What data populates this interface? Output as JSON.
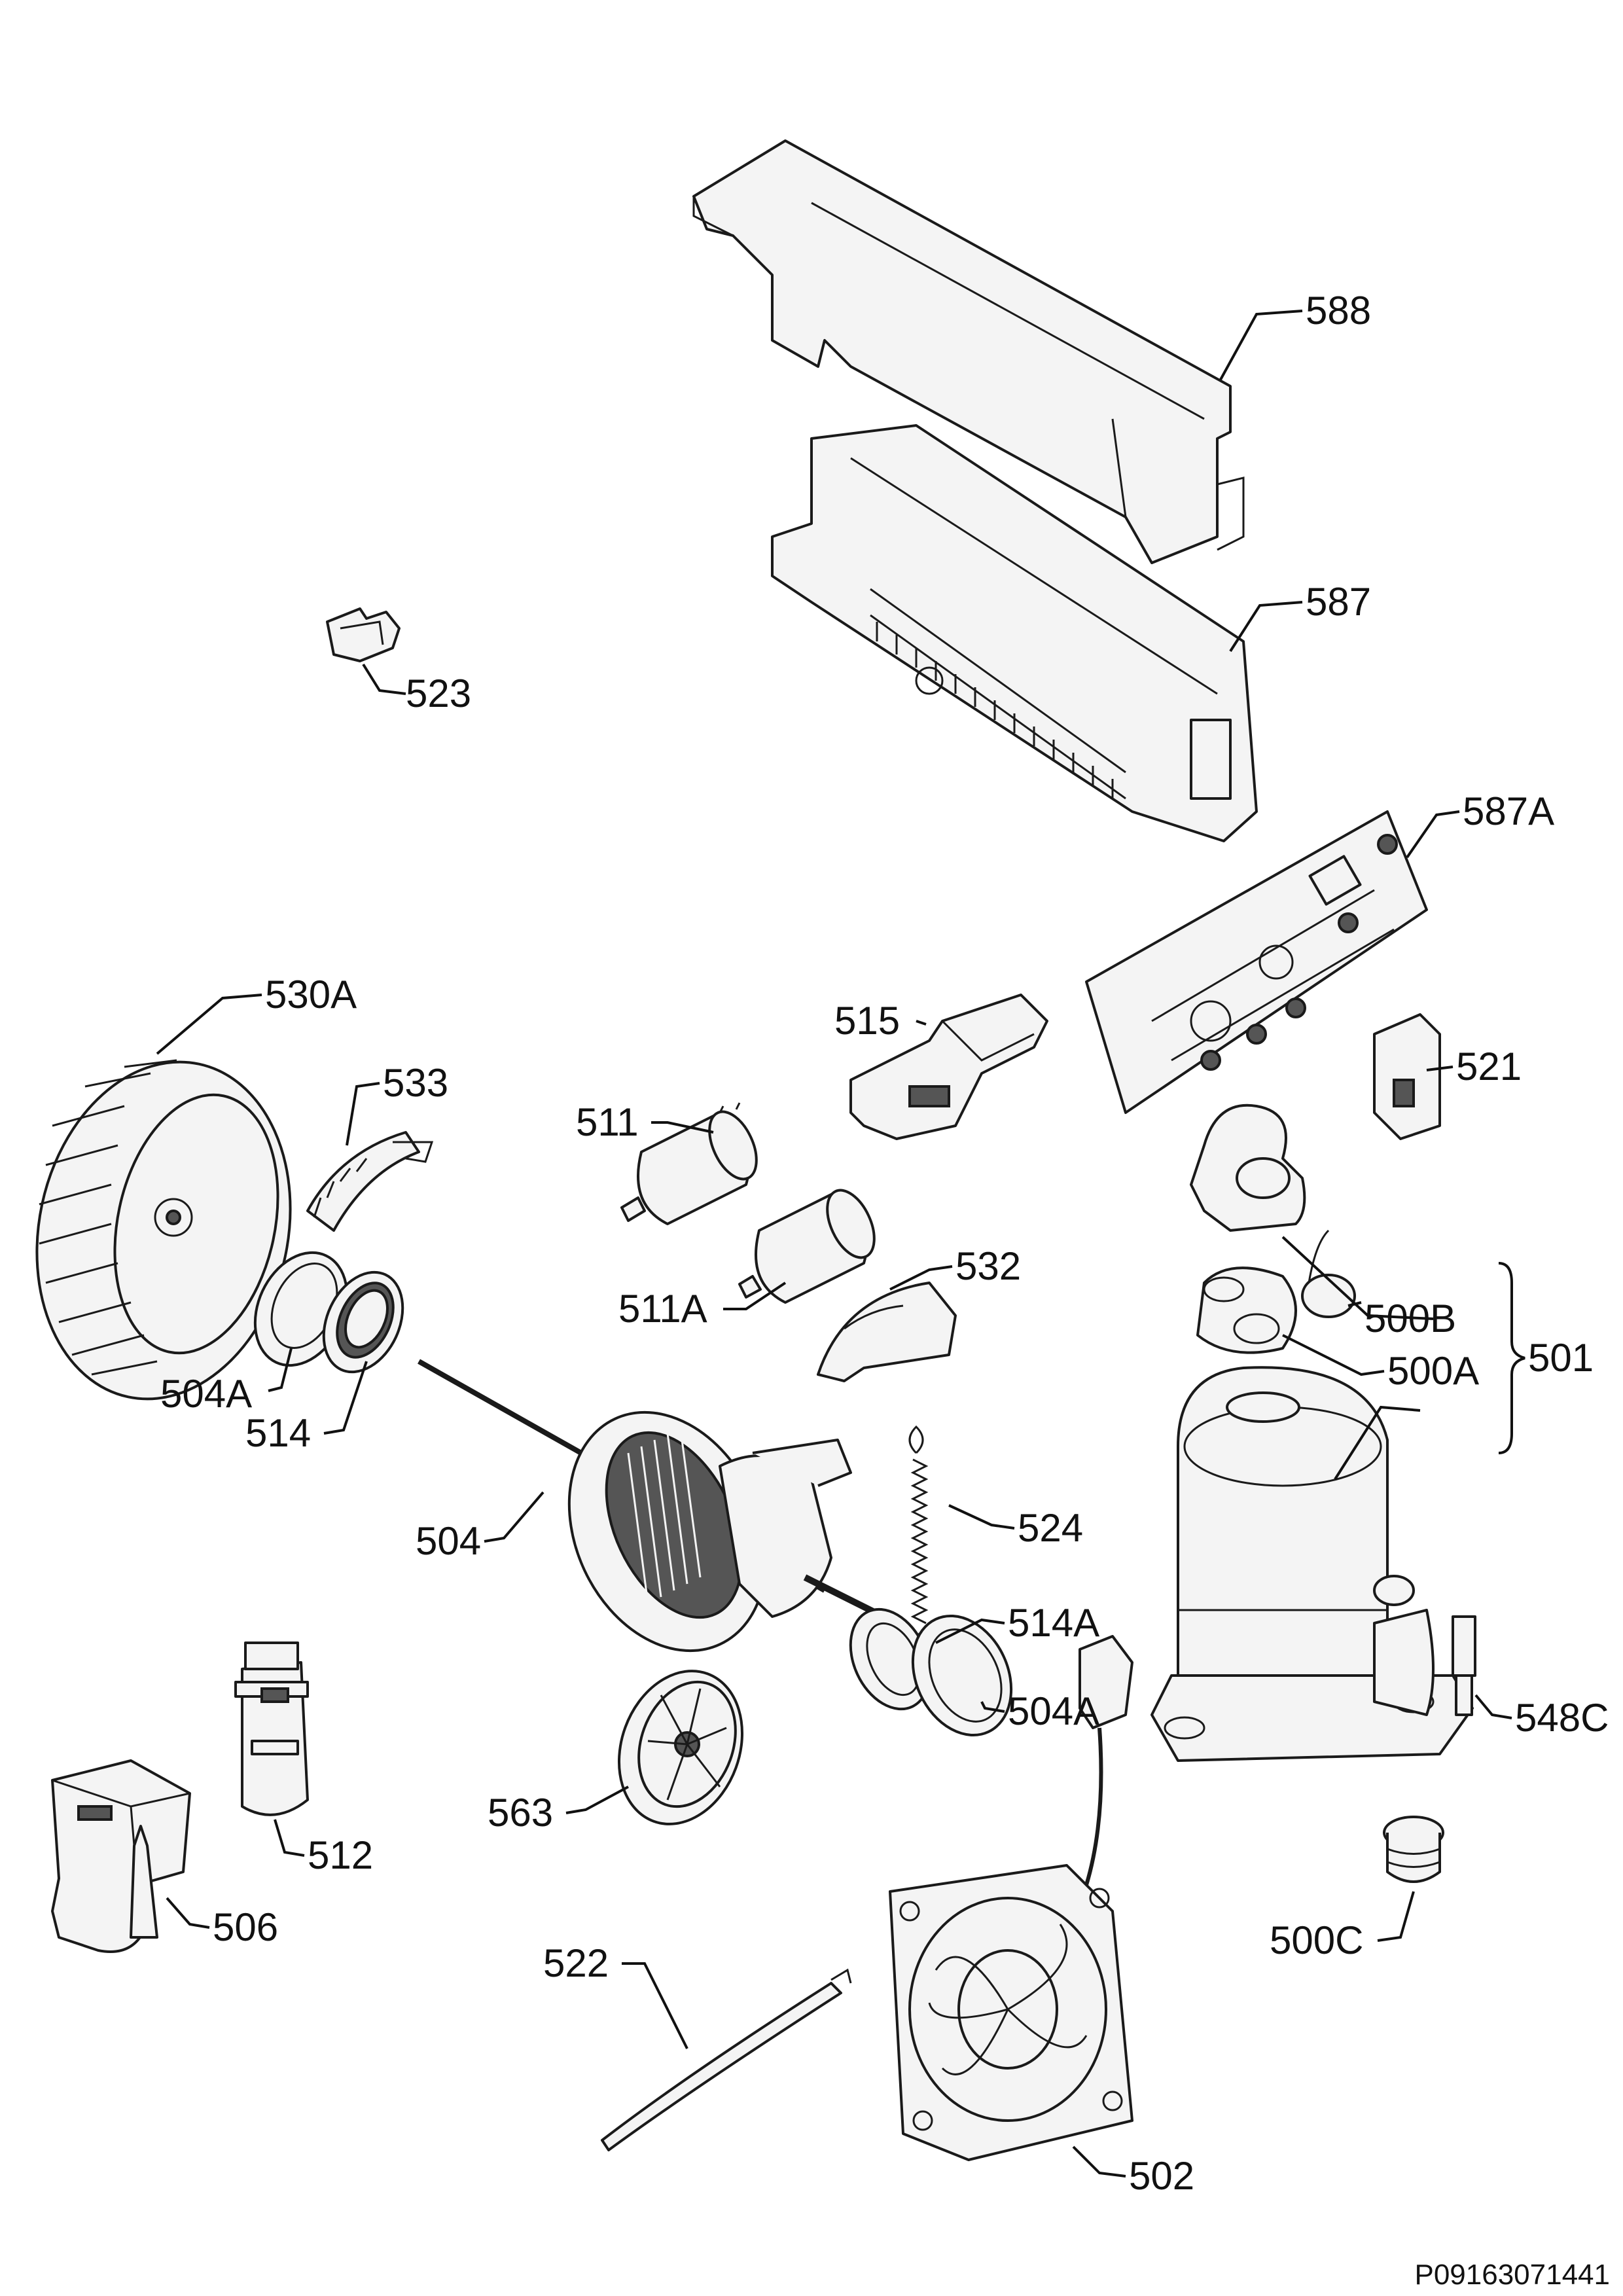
{
  "callouts": [
    {
      "id": "588",
      "text": "588"
    },
    {
      "id": "587",
      "text": "587"
    },
    {
      "id": "523",
      "text": "523"
    },
    {
      "id": "587A",
      "text": "587A"
    },
    {
      "id": "530A",
      "text": "530A"
    },
    {
      "id": "515",
      "text": "515"
    },
    {
      "id": "533",
      "text": "533"
    },
    {
      "id": "511",
      "text": "511"
    },
    {
      "id": "521",
      "text": "521"
    },
    {
      "id": "532",
      "text": "532"
    },
    {
      "id": "511A",
      "text": "511A"
    },
    {
      "id": "500B",
      "text": "500B"
    },
    {
      "id": "501",
      "text": "501"
    },
    {
      "id": "504A_top",
      "text": "504A"
    },
    {
      "id": "500A",
      "text": "500A"
    },
    {
      "id": "514",
      "text": "514"
    },
    {
      "id": "504",
      "text": "504"
    },
    {
      "id": "524",
      "text": "524"
    },
    {
      "id": "514A",
      "text": "514A"
    },
    {
      "id": "504A_bottom",
      "text": "504A"
    },
    {
      "id": "548C",
      "text": "548C"
    },
    {
      "id": "512",
      "text": "512"
    },
    {
      "id": "563",
      "text": "563"
    },
    {
      "id": "506",
      "text": "506"
    },
    {
      "id": "500C",
      "text": "500C"
    },
    {
      "id": "522",
      "text": "522"
    },
    {
      "id": "502",
      "text": "502"
    }
  ],
  "drawing_code": "P09163071441"
}
